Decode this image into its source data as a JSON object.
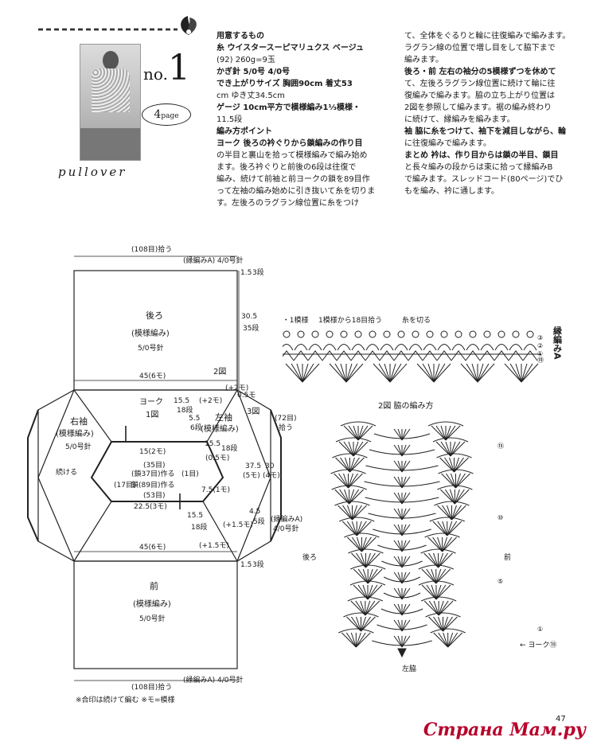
{
  "header": {
    "no_prefix": "no.",
    "no_number": "1",
    "page_num": "4",
    "page_word": "page",
    "pullover": "pullover"
  },
  "materials": {
    "title": "用意するもの",
    "lines": [
      "糸  ウイスタースーピマリュクス  ベージュ",
      "(92) 260g=9玉",
      "かぎ針  5/0号  4/0号",
      "でき上がりサイズ  胸囲90cm  着丈53",
      "cm  ゆき丈34.5cm",
      "ゲージ  10cm平方で模様編み1⅓模様・",
      "11.5段",
      "編み方ポイント",
      "ヨーク  後ろの衿ぐりから鎖編みの作り目",
      "の半目と裏山を拾って模様編みで編み始め",
      "ます。後ろ衿ぐりと前後の6段は往復で",
      "編み、続けて前袖と前ヨークの鎖を89目作",
      "って左袖の編み始めに引き抜いて糸を切りま",
      "す。左後ろのラグラン線位置に糸をつけ"
    ],
    "bold_indices": [
      0,
      2,
      3,
      5,
      7,
      8
    ]
  },
  "instructions": {
    "lines": [
      "て、全体をぐるりと輪に往復編みで編みます。",
      "ラグラン線の位置で増し目をして脇下まで",
      "編みます。",
      "後ろ・前  左右の袖分の5模様ずつを休めて",
      "て、左後ろラグラン線位置に続けて輪に往",
      "復編みで編みます。脇の立ち上がり位置は",
      "2図を参照して編みます。裾の編み終わり",
      "に続けて、縁編みを編みます。",
      "袖  脇に糸をつけて、袖下を減目しながら、輪",
      "に往復編みで編みます。",
      "まとめ  衿は、作り目からは鎖の半目、鎖目",
      "と長々編みの段からは束に拾って縁編みB",
      "で編みます。スレッドコード(80ページ)でひ",
      "もを編み、衿に通します。"
    ],
    "bold_indices": [
      3,
      8,
      10
    ]
  },
  "diagram_labels": {
    "top_width": "(108目)拾う",
    "top_edge": "(縁編みA) 4/0号針",
    "top_rows": "1.5",
    "top_rows2": "3段",
    "back": "後ろ",
    "back_pattern": "(模様編み)",
    "back_needle": "5/0号針",
    "back_height": "30.5",
    "back_height2": "35段",
    "back_width": "45(6モ)",
    "fig2": "2図",
    "yoke": "ヨーク",
    "yoke_fig": "1図",
    "r_sleeve": "右袖",
    "r_sleeve_pattern": "(模様編み)",
    "r_sleeve_needle": "5/0号針",
    "l_sleeve": "左袖",
    "l_sleeve_pattern": "(模様編み)",
    "fig3": "3図",
    "cont": "続ける",
    "sleeve_pick": "(72目)",
    "sleeve_pick2": "拾う",
    "r1": "15.5",
    "r1b": "18段",
    "r2": "(+2モ)",
    "r3": "5.5",
    "r3b": "6段",
    "r4": "(+2モ)",
    "r5": "0.5モ",
    "neck1": "15(2モ)",
    "neck2": "(35目)",
    "neck3": "(鎖37目)作る",
    "neck4": "(1目)",
    "neck5": "(17目)",
    "neck6": "鎖(89目)作る",
    "neck7": "(53目)",
    "neck8": "7.5(1モ)",
    "neck9": "22.5(3モ)",
    "s1": "15.5",
    "s1b": "18段",
    "s2": "(0.5モ)",
    "s3": "37.5",
    "s3b": "(5モ)",
    "s4": "30",
    "s4b": "(4モ)",
    "s5": "4.5",
    "s5b": "5段",
    "s6": "(縁編みA)",
    "s6b": "4/0号針",
    "s7": "(+1.5モ)",
    "front": "前",
    "front_pattern": "(模様編み)",
    "front_needle": "5/0号針",
    "front_width": "45(6モ)",
    "bottom_width": "(108目)拾う",
    "bottom_edge": "(縁編みA) 4/0号針",
    "bottom_rows": "1.5",
    "bottom_rows2": "3段"
  },
  "chart_labels": {
    "edge_a": "縁編みA",
    "pick1": "3目・1模様",
    "pick2": "1模様から18目拾う",
    "cut": "糸を切る",
    "fig2": "2図  脇の編み方",
    "back": "後ろ",
    "front": "前",
    "left_side": "左脇",
    "yoke_ref": "← ヨーク⑲",
    "rows": [
      "③",
      "②",
      "①",
      "⑮",
      "⑩",
      "⑤",
      "①",
      "⑲"
    ]
  },
  "notes": "※合印は続けて編む    ※モ=模様",
  "page_number": "47",
  "watermark": "Страна Мам.ру"
}
